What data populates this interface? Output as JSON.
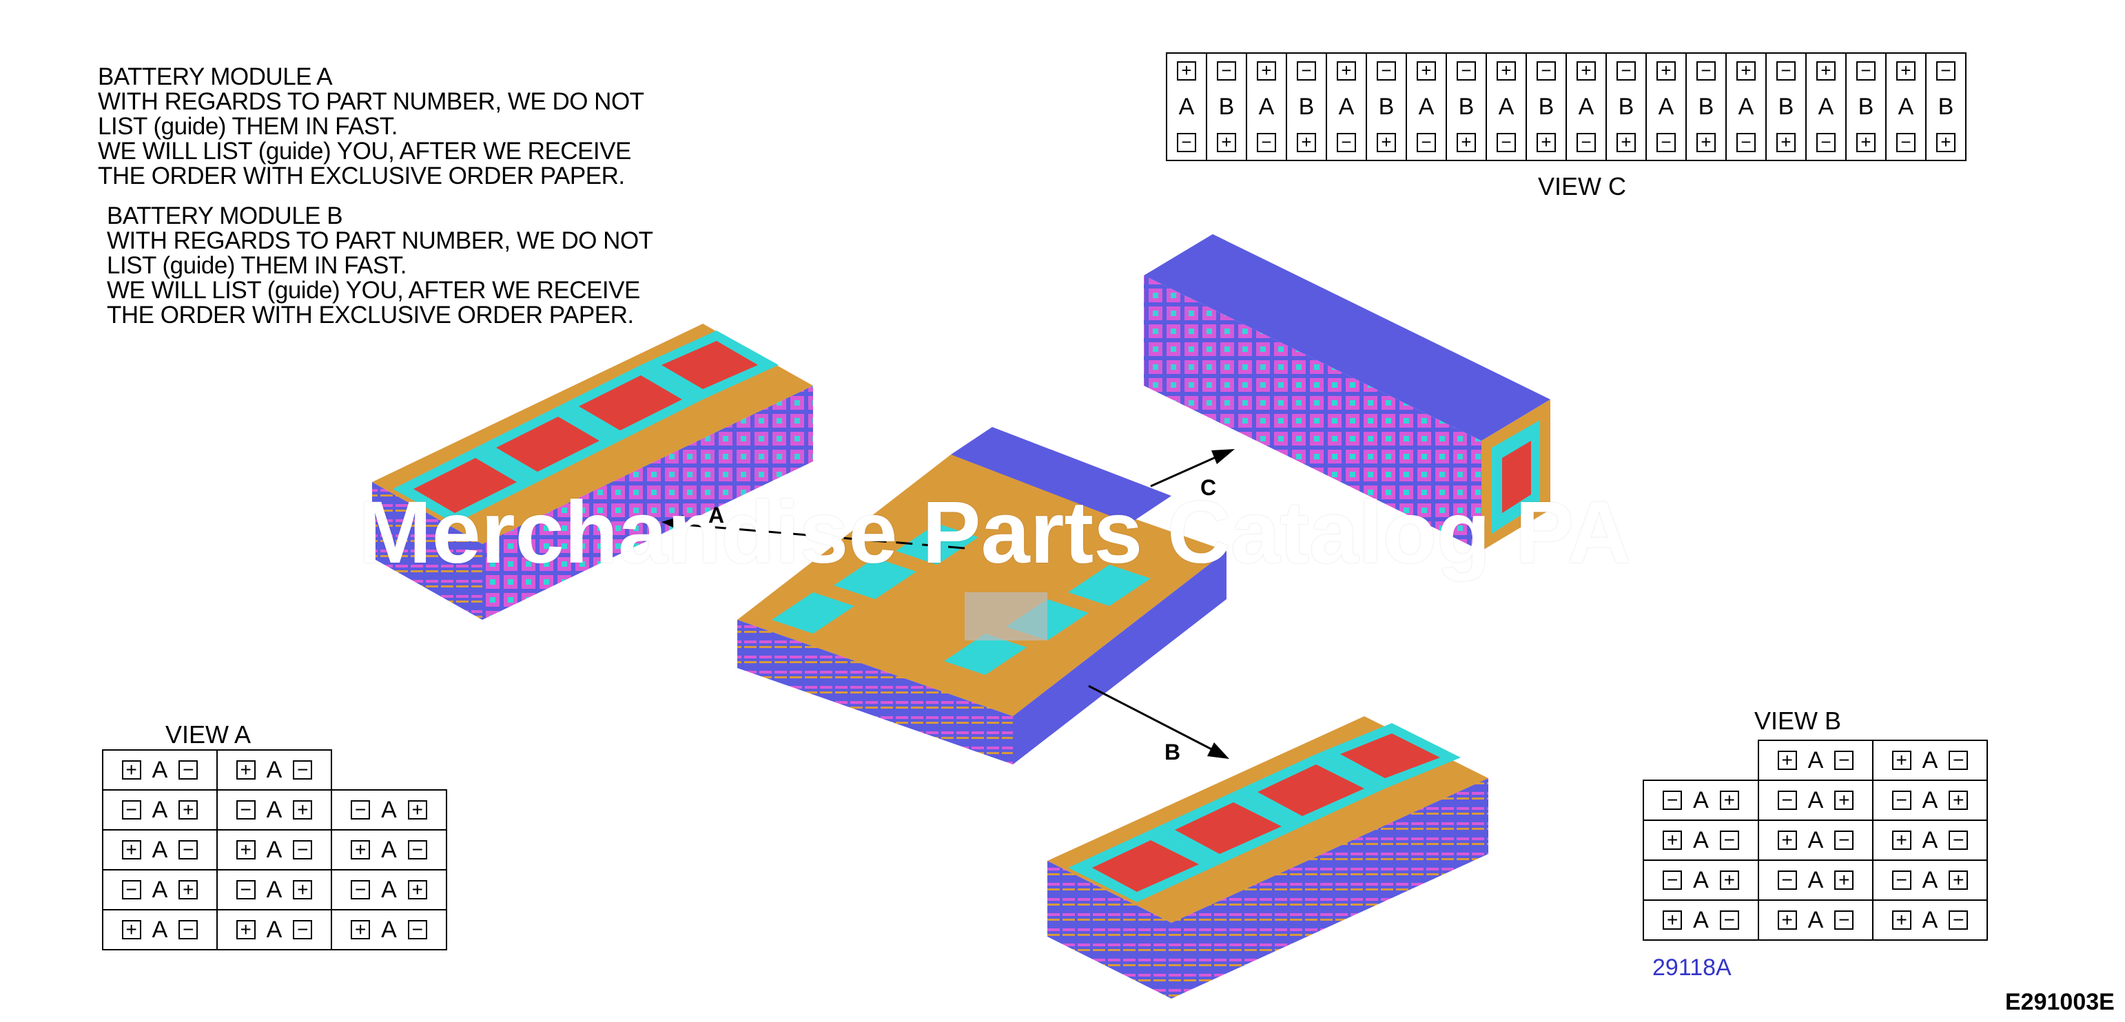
{
  "notes": [
    {
      "lines": [
        "BATTERY MODULE A",
        "WITH REGARDS TO PART NUMBER, WE DO NOT",
        "LIST (guide) THEM IN FAST.",
        "WE WILL LIST (guide) YOU, AFTER WE RECEIVE",
        "THE ORDER WITH EXCLUSIVE ORDER PAPER."
      ]
    },
    {
      "lines": [
        "BATTERY MODULE B",
        "WITH REGARDS TO PART NUMBER, WE DO NOT",
        "LIST (guide) THEM IN FAST.",
        "WE WILL LIST (guide) YOU, AFTER WE RECEIVE",
        "THE ORDER WITH EXCLUSIVE ORDER PAPER."
      ]
    }
  ],
  "views": {
    "a": {
      "caption": "VIEW A",
      "rows": [
        [
          {
            "l": "+",
            "m": "A",
            "r": "−"
          },
          {
            "l": "+",
            "m": "A",
            "r": "−"
          }
        ],
        [
          {
            "l": "−",
            "m": "A",
            "r": "+"
          },
          {
            "l": "−",
            "m": "A",
            "r": "+"
          },
          {
            "l": "−",
            "m": "A",
            "r": "+"
          }
        ],
        [
          {
            "l": "+",
            "m": "A",
            "r": "−"
          },
          {
            "l": "+",
            "m": "A",
            "r": "−"
          },
          {
            "l": "+",
            "m": "A",
            "r": "−"
          }
        ],
        [
          {
            "l": "−",
            "m": "A",
            "r": "+"
          },
          {
            "l": "−",
            "m": "A",
            "r": "+"
          },
          {
            "l": "−",
            "m": "A",
            "r": "+"
          }
        ],
        [
          {
            "l": "+",
            "m": "A",
            "r": "−"
          },
          {
            "l": "+",
            "m": "A",
            "r": "−"
          },
          {
            "l": "+",
            "m": "A",
            "r": "−"
          }
        ]
      ]
    },
    "b": {
      "caption": "VIEW B",
      "rows": [
        [
          {
            "l": "+",
            "m": "A",
            "r": "−"
          },
          {
            "l": "+",
            "m": "A",
            "r": "−"
          }
        ],
        [
          {
            "l": "−",
            "m": "A",
            "r": "+"
          },
          {
            "l": "−",
            "m": "A",
            "r": "+"
          },
          {
            "l": "−",
            "m": "A",
            "r": "+"
          }
        ],
        [
          {
            "l": "+",
            "m": "A",
            "r": "−"
          },
          {
            "l": "+",
            "m": "A",
            "r": "−"
          },
          {
            "l": "+",
            "m": "A",
            "r": "−"
          }
        ],
        [
          {
            "l": "−",
            "m": "A",
            "r": "+"
          },
          {
            "l": "−",
            "m": "A",
            "r": "+"
          },
          {
            "l": "−",
            "m": "A",
            "r": "+"
          }
        ],
        [
          {
            "l": "+",
            "m": "A",
            "r": "−"
          },
          {
            "l": "+",
            "m": "A",
            "r": "−"
          },
          {
            "l": "+",
            "m": "A",
            "r": "−"
          }
        ]
      ]
    },
    "c": {
      "caption": "VIEW C",
      "columns": [
        {
          "top": "+",
          "mid": "A",
          "bot": "−"
        },
        {
          "top": "−",
          "mid": "B",
          "bot": "+"
        },
        {
          "top": "+",
          "mid": "A",
          "bot": "−"
        },
        {
          "top": "−",
          "mid": "B",
          "bot": "+"
        },
        {
          "top": "+",
          "mid": "A",
          "bot": "−"
        },
        {
          "top": "−",
          "mid": "B",
          "bot": "+"
        },
        {
          "top": "+",
          "mid": "A",
          "bot": "−"
        },
        {
          "top": "−",
          "mid": "B",
          "bot": "+"
        },
        {
          "top": "+",
          "mid": "A",
          "bot": "−"
        },
        {
          "top": "−",
          "mid": "B",
          "bot": "+"
        },
        {
          "top": "+",
          "mid": "A",
          "bot": "−"
        },
        {
          "top": "−",
          "mid": "B",
          "bot": "+"
        },
        {
          "top": "+",
          "mid": "A",
          "bot": "−"
        },
        {
          "top": "−",
          "mid": "B",
          "bot": "+"
        },
        {
          "top": "+",
          "mid": "A",
          "bot": "−"
        },
        {
          "top": "−",
          "mid": "B",
          "bot": "+"
        },
        {
          "top": "+",
          "mid": "A",
          "bot": "−"
        },
        {
          "top": "−",
          "mid": "B",
          "bot": "+"
        },
        {
          "top": "+",
          "mid": "A",
          "bot": "−"
        },
        {
          "top": "−",
          "mid": "B",
          "bot": "+"
        }
      ]
    }
  },
  "callouts": {
    "a": "A",
    "b": "B",
    "c": "C"
  },
  "ref_code": "29118A",
  "figure_code": "E291003E",
  "watermark": "Merchandise Parts Catalog PA",
  "colors": {
    "cell_blue": "#5b5be0",
    "module_orange": "#d99a3a",
    "cap_cyan": "#33d6d6",
    "cap_red": "#e0403a",
    "cell_magenta": "#d85ad8",
    "ref_blue": "#3434c8"
  }
}
